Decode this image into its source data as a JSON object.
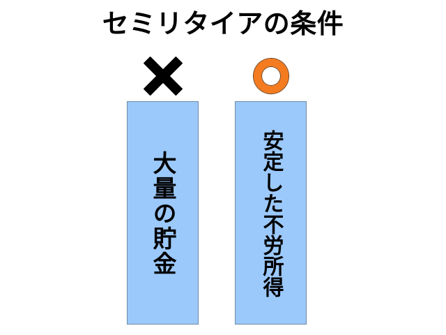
{
  "page": {
    "title": "セミリタイアの条件",
    "background_color": "#FFFFFF"
  },
  "columns": [
    {
      "id": "left",
      "mark": {
        "name": "cross-mark",
        "glyph": "×",
        "meaning": "no / not required",
        "color": "#000000"
      },
      "box": {
        "label": "大量の貯金",
        "fill_color": "#9CC9FB",
        "border_color": "#6E8BA3",
        "text_color": "#000000",
        "text_orientation": "vertical"
      }
    },
    {
      "id": "right",
      "mark": {
        "name": "circle-mark",
        "glyph": "○",
        "meaning": "yes / required",
        "color": "#F47B20"
      },
      "box": {
        "label": "安定した不労所得",
        "fill_color": "#9CC9FB",
        "border_color": "#6E8BA3",
        "text_color": "#000000",
        "text_orientation": "vertical"
      }
    }
  ]
}
